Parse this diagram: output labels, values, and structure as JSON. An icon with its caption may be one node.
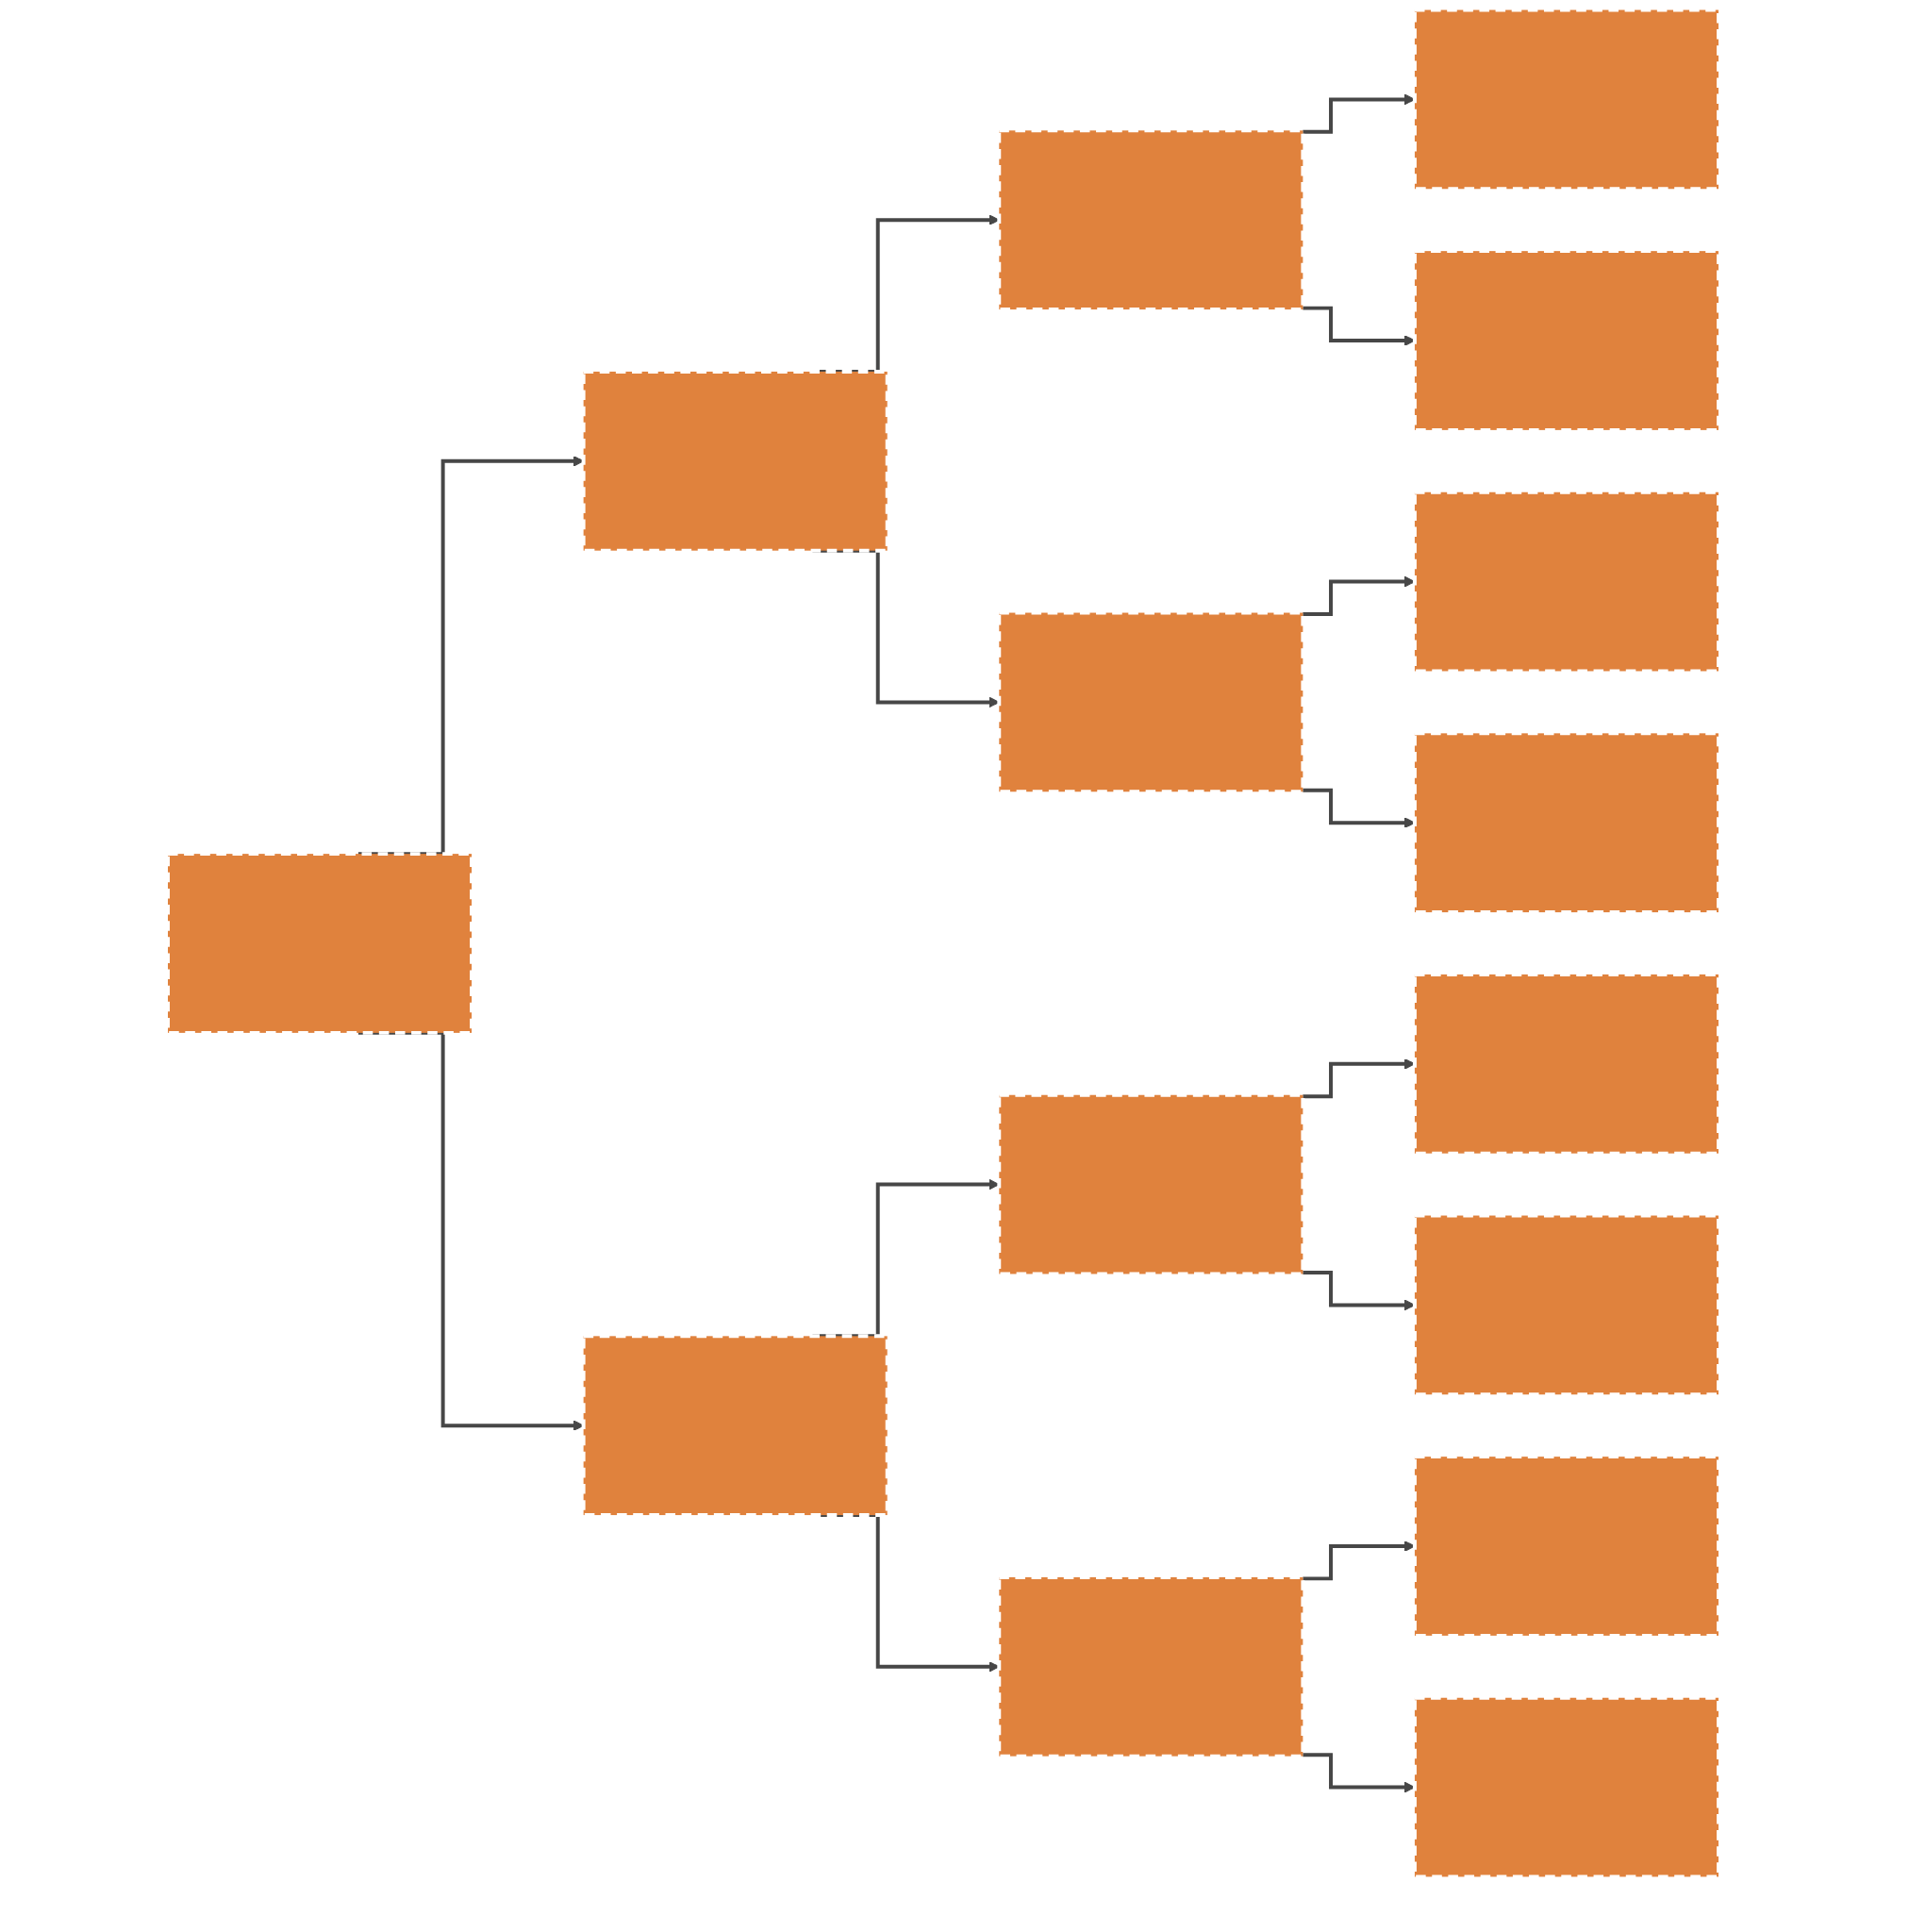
{
  "diagram": {
    "nodes": [
      {
        "text": [],
        "shape": "box"
      },
      {
        "text": [],
        "shape": "box"
      },
      {
        "text": [],
        "shape": "box"
      },
      {
        "text": [],
        "shape": "box"
      },
      {
        "text": [],
        "shape": "box"
      },
      {
        "text": [],
        "shape": "box"
      },
      {
        "text": [],
        "shape": "box"
      },
      {
        "text": [],
        "shape": "box"
      },
      {
        "text": [],
        "shape": "box"
      },
      {
        "text": [],
        "shape": "box"
      },
      {
        "text": [],
        "shape": "box"
      },
      {
        "text": [],
        "shape": "box"
      },
      {
        "text": [],
        "shape": "box"
      },
      {
        "text": [],
        "shape": "box"
      },
      {
        "text": [],
        "shape": "box"
      }
    ],
    "edges": [
      {
        "from": 0,
        "to": 1,
        "arrow": "to"
      },
      {
        "from": 0,
        "to": 2,
        "arrow": "to"
      },
      {
        "from": 1,
        "to": 3,
        "arrow": "to"
      },
      {
        "from": 1,
        "to": 4,
        "arrow": "to"
      },
      {
        "from": 2,
        "to": 5,
        "arrow": "to"
      },
      {
        "from": 2,
        "to": 6,
        "arrow": "to"
      },
      {
        "from": 3,
        "to": 7,
        "arrow": "to"
      },
      {
        "from": 3,
        "to": 8,
        "arrow": "to"
      },
      {
        "from": 4,
        "to": 9,
        "arrow": "to"
      },
      {
        "from": 4,
        "to": 10,
        "arrow": "to"
      },
      {
        "from": 5,
        "to": 11,
        "arrow": "to"
      },
      {
        "from": 5,
        "to": 12,
        "arrow": "to"
      },
      {
        "from": 6,
        "to": 13,
        "arrow": "to"
      },
      {
        "from": 6,
        "to": 14,
        "arrow": "to"
      }
    ]
  }
}
